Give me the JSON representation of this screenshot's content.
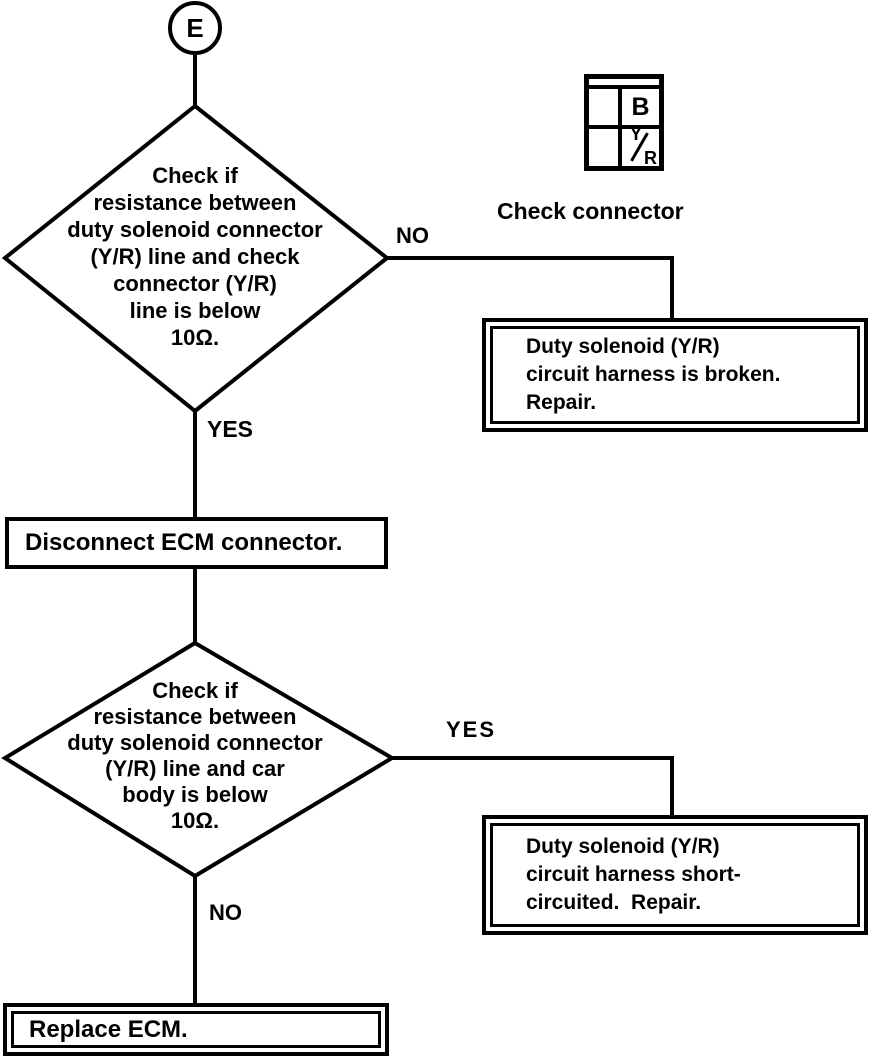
{
  "page": {
    "background_color": "#ffffff",
    "ink_color": "#000000"
  },
  "flowchart": {
    "entry": {
      "label": "E"
    },
    "decision1": {
      "lines": [
        "Check if",
        "resistance between",
        "duty solenoid connector",
        "(Y/R) line and check",
        "connector (Y/R)",
        "line is below",
        "10Ω."
      ],
      "no_label": "NO",
      "yes_label": "YES"
    },
    "check_connector": {
      "caption": "Check connector",
      "pin_b": "B",
      "pin_y": "Y",
      "pin_r": "R"
    },
    "result1": {
      "lines": [
        "Duty solenoid (Y/R)",
        "circuit harness is broken.",
        "Repair."
      ]
    },
    "action1": {
      "label": "Disconnect ECM connector."
    },
    "decision2": {
      "lines": [
        "Check if",
        "resistance between",
        "duty solenoid connector",
        "(Y/R) line and car",
        "body is below",
        "10Ω."
      ],
      "yes_label": "YES",
      "no_label": "NO"
    },
    "result2": {
      "lines": [
        "Duty solenoid (Y/R)",
        "circuit harness short-",
        "circuited.  Repair."
      ]
    },
    "result3": {
      "label": "Replace ECM."
    }
  }
}
